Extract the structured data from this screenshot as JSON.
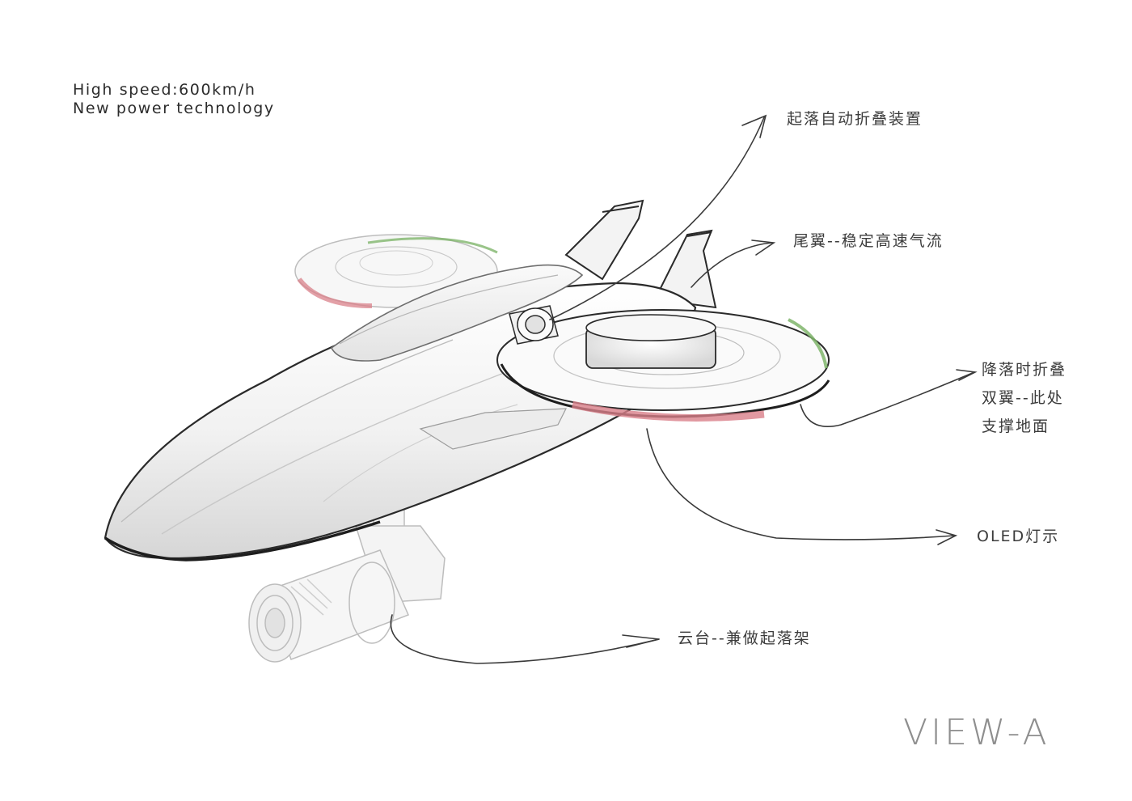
{
  "specs": {
    "line1": "High speed:600km/h",
    "line2": "New power technology"
  },
  "annotations": {
    "landing_fold": "起落自动折叠装置",
    "tail_wing": "尾翼--稳定高速气流",
    "fold_wings": [
      "降落时折叠",
      "双翼--此处",
      "支撑地面"
    ],
    "oled": "OLED灯示",
    "gimbal": "云台--兼做起落架"
  },
  "view_label": "VIEW-A",
  "colors": {
    "ink": "#2a2a2a",
    "shadow": "#c9c9c9",
    "accent_red": "#d9808a",
    "accent_green": "#7fb56b",
    "label": "#8e8e8e"
  }
}
